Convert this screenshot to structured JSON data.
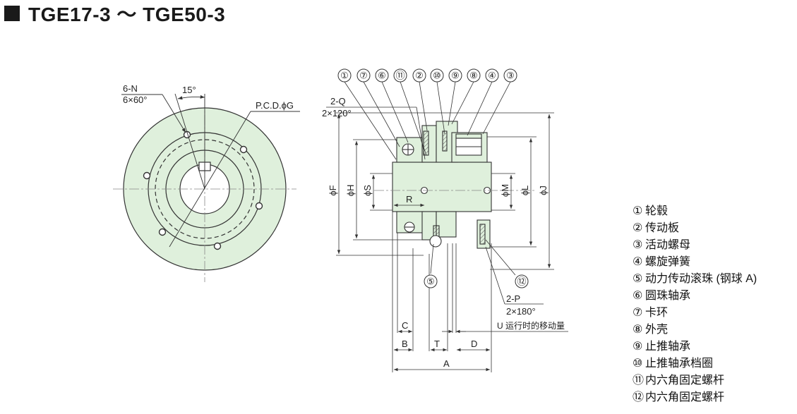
{
  "title": "TGE17-3 ～ TGE50-3",
  "colors": {
    "fill": "#dff0dc",
    "line": "#333333",
    "hatch": "#555555"
  },
  "front_view": {
    "hole_label": "6-N",
    "hole_spacing": "6×60°",
    "angle": "15°",
    "pcd": "P.C.D.ϕG"
  },
  "side_view": {
    "callouts": [
      "①",
      "⑦",
      "⑥",
      "⑪",
      "②",
      "⑩",
      "⑨",
      "⑧",
      "④",
      "③"
    ],
    "callout_5": "⑤",
    "callout_12": "⑫",
    "tap_q": "2-Q",
    "tap_q_spacing": "2×120°",
    "tap_p": "2-P",
    "tap_p_spacing": "2×180°",
    "dim_F": "ϕF",
    "dim_H": "ϕH",
    "dim_S": "ϕS",
    "dim_R": "R",
    "dim_M": "ϕM",
    "dim_L": "ϕL",
    "dim_J": "ϕJ",
    "dim_C": "C",
    "dim_B": "B",
    "dim_T": "T",
    "dim_D": "D",
    "dim_A": "A",
    "dim_U": "U 运行时的移动量"
  },
  "legend": [
    {
      "num": "①",
      "text": "轮毂"
    },
    {
      "num": "②",
      "text": "传动板"
    },
    {
      "num": "③",
      "text": "活动螺母"
    },
    {
      "num": "④",
      "text": "螺旋弹簧"
    },
    {
      "num": "⑤",
      "text": "动力传动滚珠 (钢球 A)"
    },
    {
      "num": "⑥",
      "text": "圆珠轴承"
    },
    {
      "num": "⑦",
      "text": "卡环"
    },
    {
      "num": "⑧",
      "text": "外壳"
    },
    {
      "num": "⑨",
      "text": "止推轴承"
    },
    {
      "num": "⑩",
      "text": "止推轴承档圈"
    },
    {
      "num": "⑪",
      "text": "内六角固定螺杆"
    },
    {
      "num": "⑫",
      "text": "内六角固定螺杆"
    }
  ]
}
